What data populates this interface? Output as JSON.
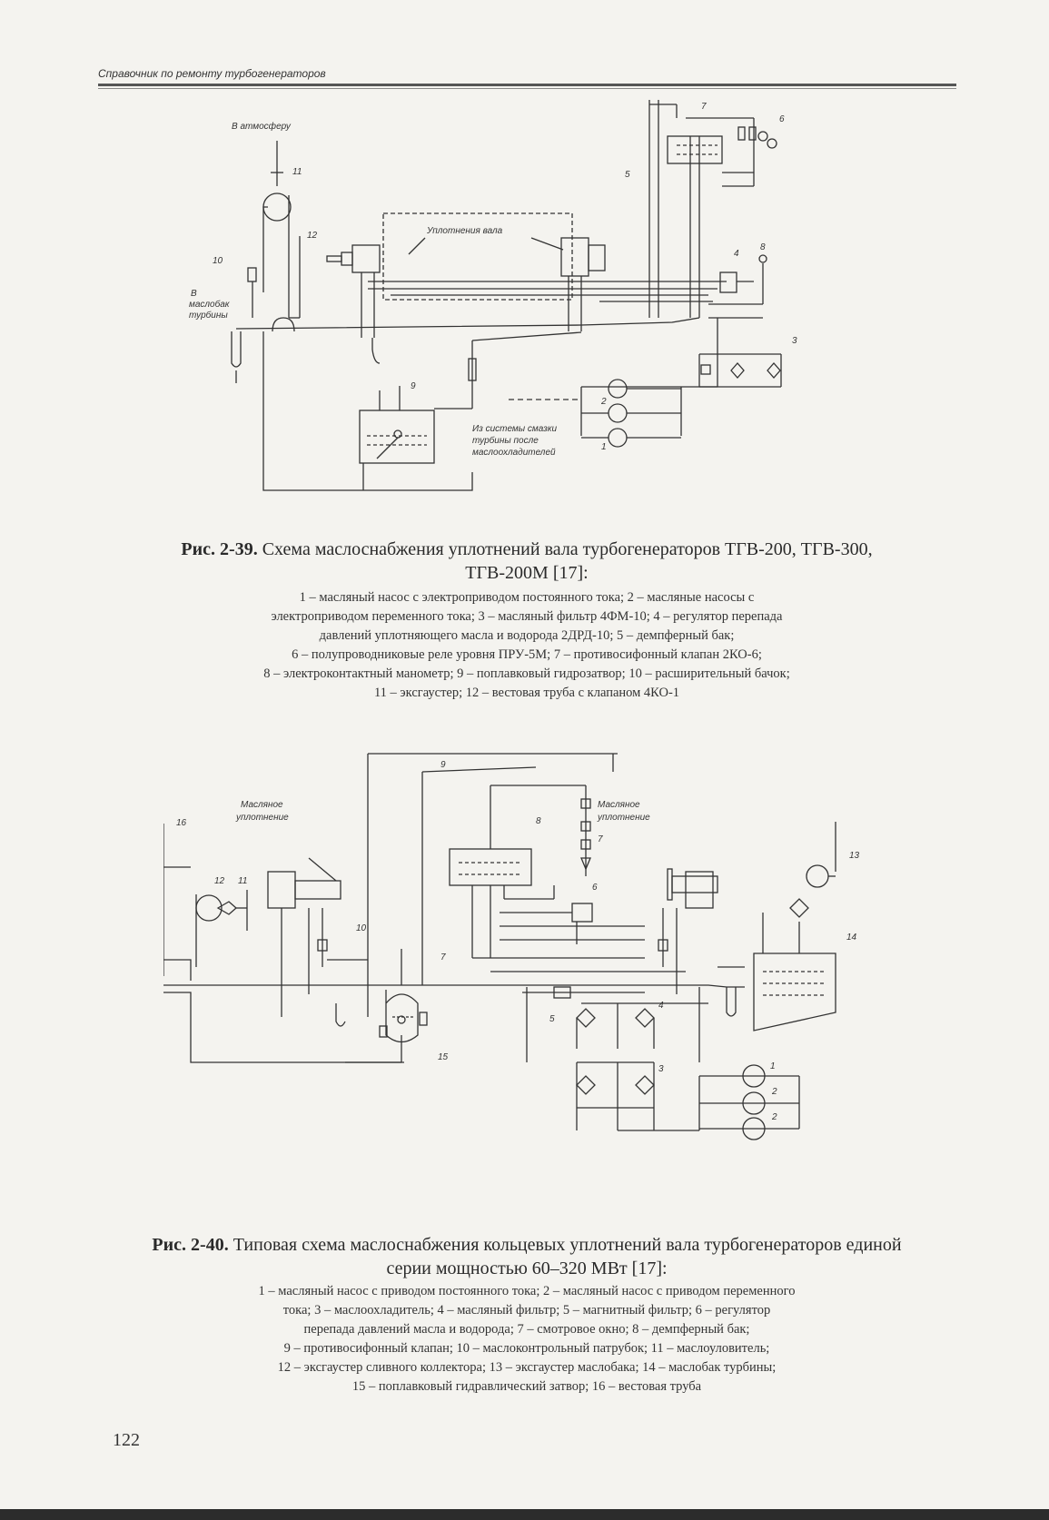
{
  "header": {
    "running_title": "Справочник по ремонту турбогенераторов"
  },
  "figure1": {
    "labels": {
      "atmosphere": "В атмосферу",
      "shaft_seals": "Уплотнения вала",
      "oil_tank_line1": "В",
      "oil_tank_line2": "маслобак",
      "oil_tank_line3": "турбины",
      "lube_line1": "Из системы смазки",
      "lube_line2": "турбины после",
      "lube_line3": "маслоохладителей"
    },
    "callouts": [
      "1",
      "2",
      "3",
      "4",
      "5",
      "6",
      "7",
      "8",
      "9",
      "10",
      "11",
      "12"
    ],
    "caption_label": "Рис. 2-39.",
    "caption_text": "Схема маслоснабжения уплотнений вала турбогенераторов ТГВ-200, ТГВ-300, ТГВ-200М [17]:",
    "legend": [
      "1 – масляный насос с электроприводом постоянного тока; 2 – масляные насосы с",
      "электроприводом переменного тока; 3 – масляный фильтр 4ФМ-10; 4 – регулятор перепада",
      "давлений уплотняющего масла и водорода 2ДРД-10; 5 – демпферный бак;",
      "6 – полупроводниковые реле уровня ПРУ-5М; 7 – противосифонный клапан 2КО-6;",
      "8 – электроконтактный манометр; 9 – поплавковый гидрозатвор; 10 – расширительный бачок;",
      "11 – эксгаустер; 12 – вестовая труба с клапаном 4КО-1"
    ]
  },
  "figure2": {
    "labels": {
      "seal_left_1": "Масляное",
      "seal_left_2": "уплотнение",
      "seal_right_1": "Масляное",
      "seal_right_2": "уплотнение"
    },
    "callouts": [
      "1",
      "2",
      "2",
      "3",
      "4",
      "5",
      "6",
      "7",
      "7",
      "8",
      "9",
      "10",
      "11",
      "12",
      "13",
      "14",
      "15",
      "16"
    ],
    "caption_label": "Рис. 2-40.",
    "caption_text": "Типовая схема маслоснабжения кольцевых уплотнений вала турбогенераторов единой серии мощностью 60–320 МВт [17]:",
    "legend": [
      "1 – масляный насос с приводом постоянного тока; 2 – масляный насос с приводом переменного",
      "тока; 3 – маслоохладитель; 4 – масляный фильтр; 5 – магнитный фильтр; 6 – регулятор",
      "перепада давлений масла и водорода; 7 – смотровое окно; 8 – демпферный бак;",
      "9 – противосифонный клапан; 10 – маслоконтрольный патрубок; 11 – маслоуловитель;",
      "12 – эксгаустер сливного коллектора; 13 – эксгаустер маслобака; 14 – маслобак турбины;",
      "15 – поплавковый гидравлический затвор; 16 – вестовая труба"
    ]
  },
  "page_number": "122"
}
